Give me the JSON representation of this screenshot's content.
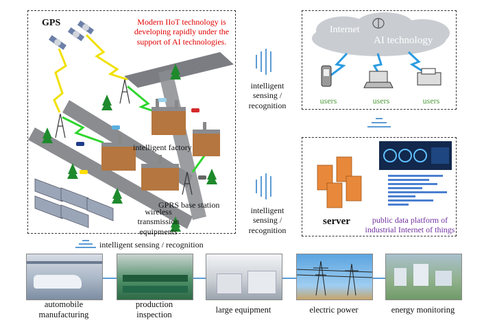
{
  "colors": {
    "red_note": "#e00000",
    "green_users": "#4e9a3a",
    "purple_platform": "#7030a0",
    "signal_blue": "#5b9bd5",
    "cloud": "#c9ccd1"
  },
  "left_panel": {
    "gps_label": "GPS",
    "note_lines": [
      "Modern IIoT technology is",
      "developing rapidly under the",
      "support of AI technologies."
    ],
    "factory_label": "intelligent factory",
    "gprs_label": "GPRS base station",
    "wireless_lines": [
      "wireless",
      "transmission",
      "equipments"
    ]
  },
  "middle": {
    "top_lines": [
      "intelligent",
      "sensing /",
      "recognition"
    ],
    "bottom_lines": [
      "intelligent",
      "sensing /",
      "recognition"
    ]
  },
  "top_right": {
    "internet_label": "Internet",
    "ai_label": "AI technology",
    "users": [
      "users",
      "users",
      "users"
    ]
  },
  "bottom_right": {
    "server_label": "server",
    "platform_lines": [
      "public data platform of",
      "industrial Internet of things"
    ]
  },
  "sensing_label": "intelligent sensing / recognition",
  "industries": [
    {
      "label_lines": [
        "automobile",
        "manufacturing"
      ],
      "icon": "car-factory-photo"
    },
    {
      "label_lines": [
        "production",
        "inspection"
      ],
      "icon": "production-line-photo"
    },
    {
      "label_lines": [
        "large equipment"
      ],
      "icon": "equipment-hall-photo"
    },
    {
      "label_lines": [
        "electric power"
      ],
      "icon": "power-tower-photo"
    },
    {
      "label_lines": [
        "energy monitoring"
      ],
      "icon": "city-aerial-photo"
    }
  ]
}
